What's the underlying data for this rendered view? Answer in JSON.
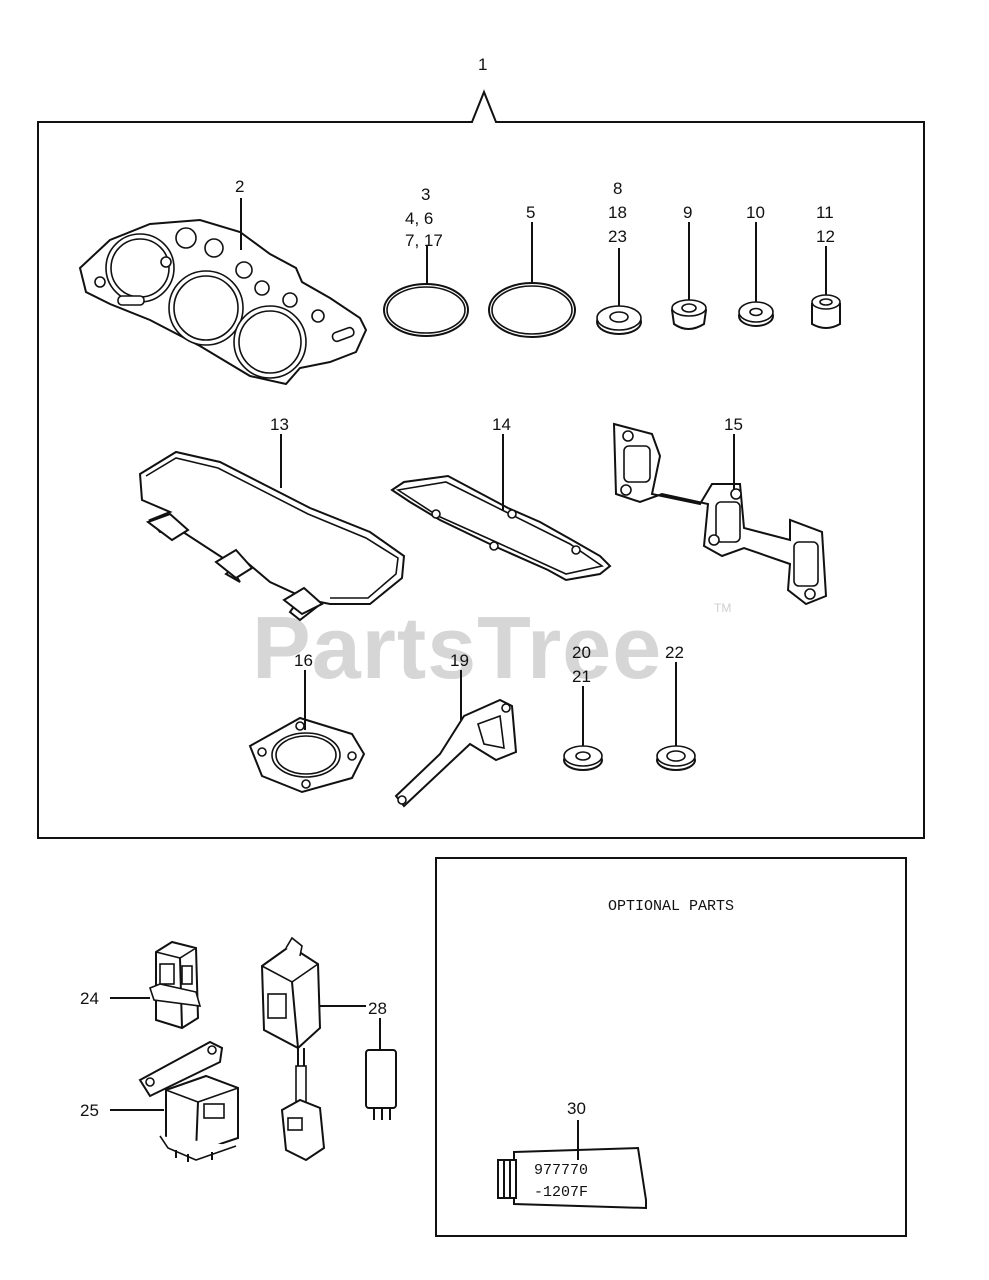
{
  "watermark": {
    "text": "PartsTree",
    "trademark": "TM"
  },
  "kit_label": "1",
  "optional_box": {
    "title": "OPTIONAL PARTS"
  },
  "callouts": {
    "c2": "2",
    "c3": [
      "3",
      "4, 6",
      "7, 17"
    ],
    "c5": "5",
    "c8": [
      "8",
      "18",
      "23"
    ],
    "c9": "9",
    "c10": "10",
    "c11": [
      "11",
      "12"
    ],
    "c13": "13",
    "c14": "14",
    "c15": "15",
    "c16": "16",
    "c19": "19",
    "c20": [
      "20",
      "21"
    ],
    "c22": "22",
    "c24": "24",
    "c25": "25",
    "c28": "28",
    "c30": "30"
  },
  "tube_text": [
    "977770",
    "-1207F"
  ]
}
